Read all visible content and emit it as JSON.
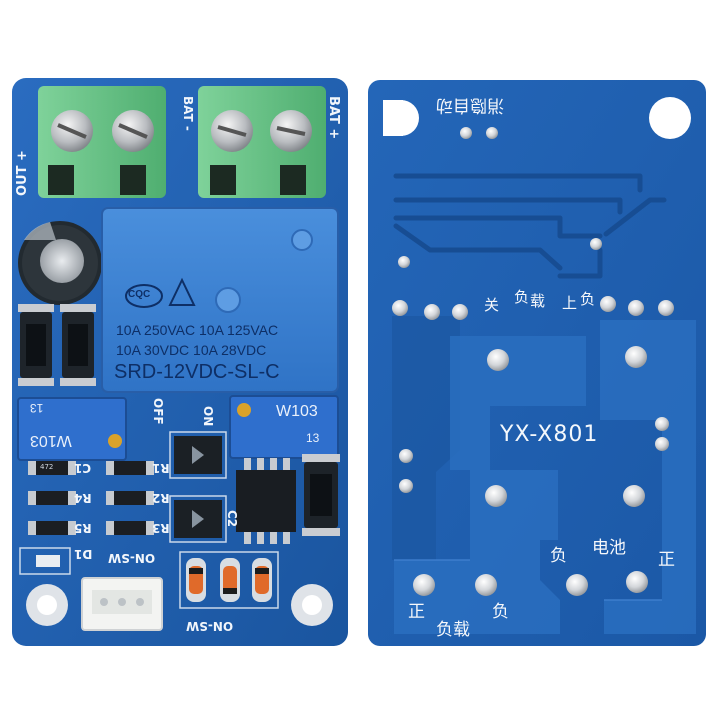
{
  "front_board": {
    "terminals_left_label": "OUT +",
    "terminals_top_left_label": "BAT -",
    "terminals_top_right_label": "BAT +",
    "relay": {
      "cert": "CQC",
      "rating_line1": "10A 250VAC 10A 125VAC",
      "rating_line2": "10A 30VDC 10A 28VDC",
      "model": "SRD-12VDC-SL-C"
    },
    "pot_left": {
      "code_top": "13",
      "code_bottom": "W103"
    },
    "pot_right": {
      "code_top": "W103",
      "code_bottom": "13"
    },
    "silk": {
      "off": "OFF",
      "on": "ON",
      "c1": "C1",
      "r4": "R4",
      "r5": "R5",
      "d1": "D1",
      "r1": "R1",
      "r2": "R2",
      "r3": "R3",
      "c2": "C2",
      "on_sw_1": "ON-SW",
      "on_sw_2": "ON-SW",
      "res_code": "472"
    }
  },
  "back_board": {
    "model": "YX-X801",
    "top_cn": "消隐自动",
    "load_cn_1": "负",
    "load_cn_2": "载",
    "relay_cn_1": "关",
    "relay_cn_2": "负",
    "up_cn": "上",
    "battery_cn": "电池",
    "battery_neg": "负",
    "battery_pos": "正",
    "load_pos": "正",
    "load_neg": "负",
    "load_label": "负载"
  },
  "colors": {
    "pcb": "#1f5fb0",
    "pcb_dark": "#164a8c",
    "terminal": "#6cc487",
    "relay": "#3a7fd0"
  }
}
